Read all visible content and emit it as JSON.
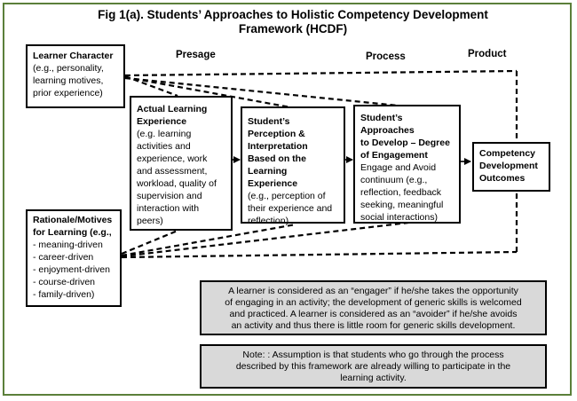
{
  "title": {
    "line1": "Fig 1(a).  Students’ Approaches to Holistic Competency Development",
    "line2": "Framework (HCDF)"
  },
  "phases": {
    "presage": "Presage",
    "process": "Process",
    "product": "Product"
  },
  "learner_character": {
    "heading": "Learner Character",
    "lines": [
      "(e.g., personality,",
      "learning motives,",
      "prior experience)"
    ]
  },
  "rationale": {
    "heading_line1": "Rationale/Motives",
    "heading_line2": "for Learning (e.g.,",
    "items": [
      "- meaning-driven",
      "- career-driven",
      "- enjoyment-driven",
      "- course-driven",
      "- family-driven)"
    ]
  },
  "learning_experience": {
    "heading": [
      "Actual Learning",
      "Experience"
    ],
    "lines": [
      "(e.g. learning",
      "activities and",
      "experience, work",
      "and assessment,",
      "workload, quality of",
      "supervision and",
      "interaction with",
      "peers)"
    ]
  },
  "perception": {
    "heading": [
      "Student’s",
      "Perception &",
      "Interpretation",
      "Based on the",
      "Learning Experience"
    ],
    "lines": [
      "(e.g., perception of",
      "their experience and",
      "reflection)"
    ]
  },
  "approaches": {
    "heading": [
      "Student’s Approaches",
      "to Develop – Degree",
      "of Engagement"
    ],
    "lines": [
      "Engage and Avoid",
      "continuum (e.g.,",
      "reflection, feedback",
      "seeking, meaningful",
      "social interactions)"
    ]
  },
  "outcomes": {
    "heading": [
      "Competency",
      "Development",
      "Outcomes"
    ]
  },
  "note_engager": {
    "lines": [
      "A learner is considered as an “engager” if he/she takes the opportunity",
      "of engaging in an activity; the development of generic skills is welcomed",
      "and practiced. A learner is considered as an “avoider” if he/she avoids",
      "an activity and thus there is little room for generic skills development."
    ]
  },
  "note_assumption": {
    "lines": [
      "Note: : Assumption is that students who go through the process",
      "described by this framework are already willing to participate in the",
      "learning activity."
    ]
  },
  "colors": {
    "frame_border": "#5b7f3a",
    "note_background": "#d9d9d9",
    "line_color": "#000000"
  }
}
